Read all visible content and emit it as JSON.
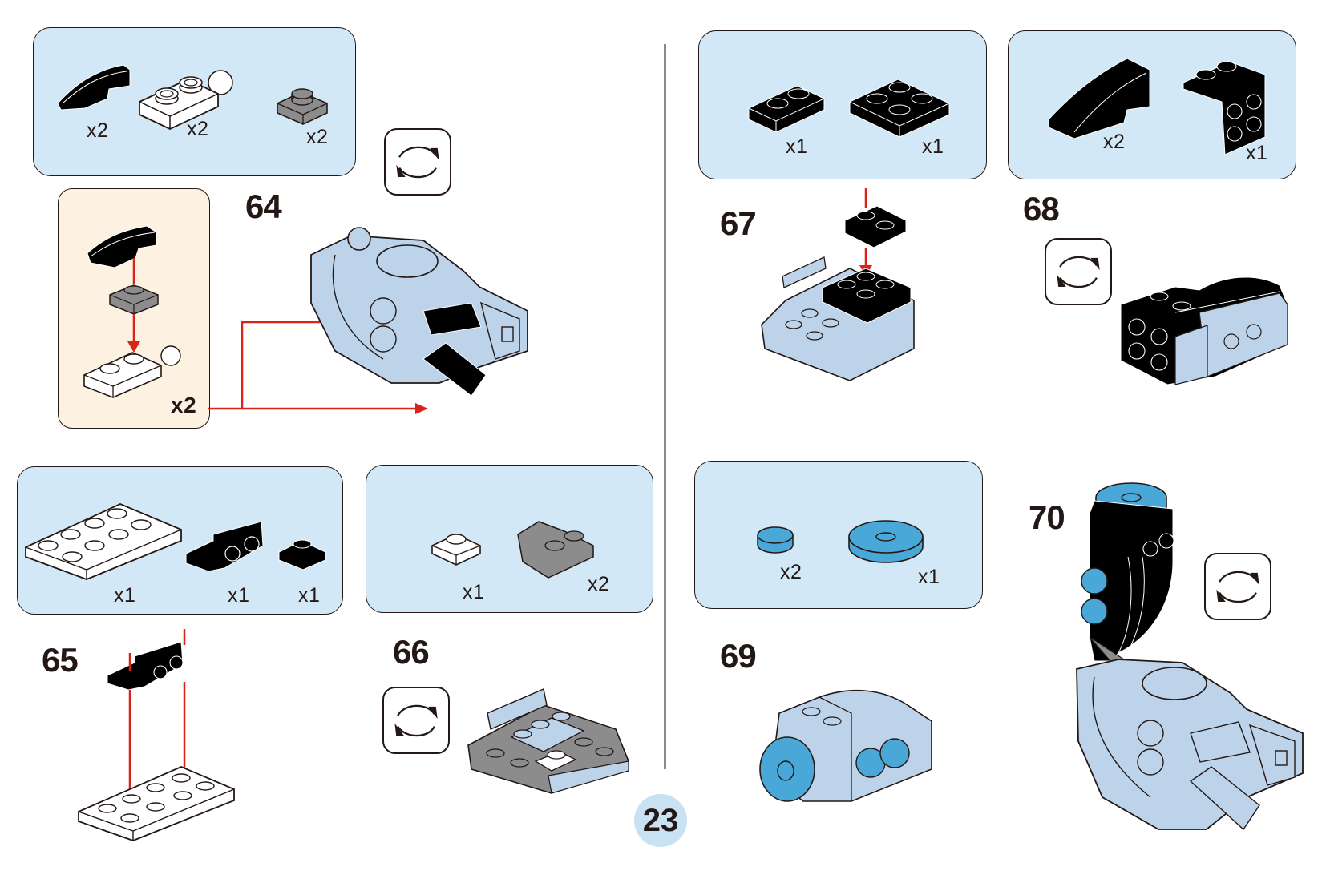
{
  "page": {
    "number": "23",
    "colors": {
      "parts_box_bg": "#d2e8f6",
      "subassembly_bg": "#fdf1e2",
      "arrow_red": "#d9231b",
      "brick_black": "#000000",
      "brick_light_blue": "#bcd3ea",
      "brick_azure": "#4aa8d8",
      "brick_gray": "#8c8c8c",
      "brick_white": "#ffffff"
    }
  },
  "steps": [
    {
      "number": "64",
      "parts": [
        {
          "name": "black curved slope 1x2",
          "qty": "x2"
        },
        {
          "name": "white plate 1x2 with ball",
          "qty": "x2"
        },
        {
          "name": "dark gray plate 1x1",
          "qty": "x2"
        }
      ],
      "subassembly_qty": "x2",
      "rotate_icon": true
    },
    {
      "number": "65",
      "parts": [
        {
          "name": "white plate 2x4",
          "qty": "x1"
        },
        {
          "name": "black bracket 1x2 - 1x2 inverted",
          "qty": "x1"
        },
        {
          "name": "black plate 1x1",
          "qty": "x1"
        }
      ]
    },
    {
      "number": "66",
      "parts": [
        {
          "name": "white plate 1x1",
          "qty": "x1"
        },
        {
          "name": "dark gray plate with clip",
          "qty": "x2"
        }
      ],
      "rotate_icon": true
    },
    {
      "number": "67",
      "parts": [
        {
          "name": "black plate 1x2",
          "qty": "x1"
        },
        {
          "name": "black plate 2x2",
          "qty": "x1"
        }
      ]
    },
    {
      "number": "68",
      "parts": [
        {
          "name": "black curved slope 1x3",
          "qty": "x2"
        },
        {
          "name": "black bracket 1x2 - 2x2",
          "qty": "x1"
        }
      ],
      "rotate_icon": true
    },
    {
      "number": "69",
      "parts": [
        {
          "name": "azure round tile 1x1",
          "qty": "x2"
        },
        {
          "name": "azure round tile 2x2 with hole",
          "qty": "x1"
        }
      ]
    },
    {
      "number": "70",
      "rotate_icon": true
    }
  ]
}
